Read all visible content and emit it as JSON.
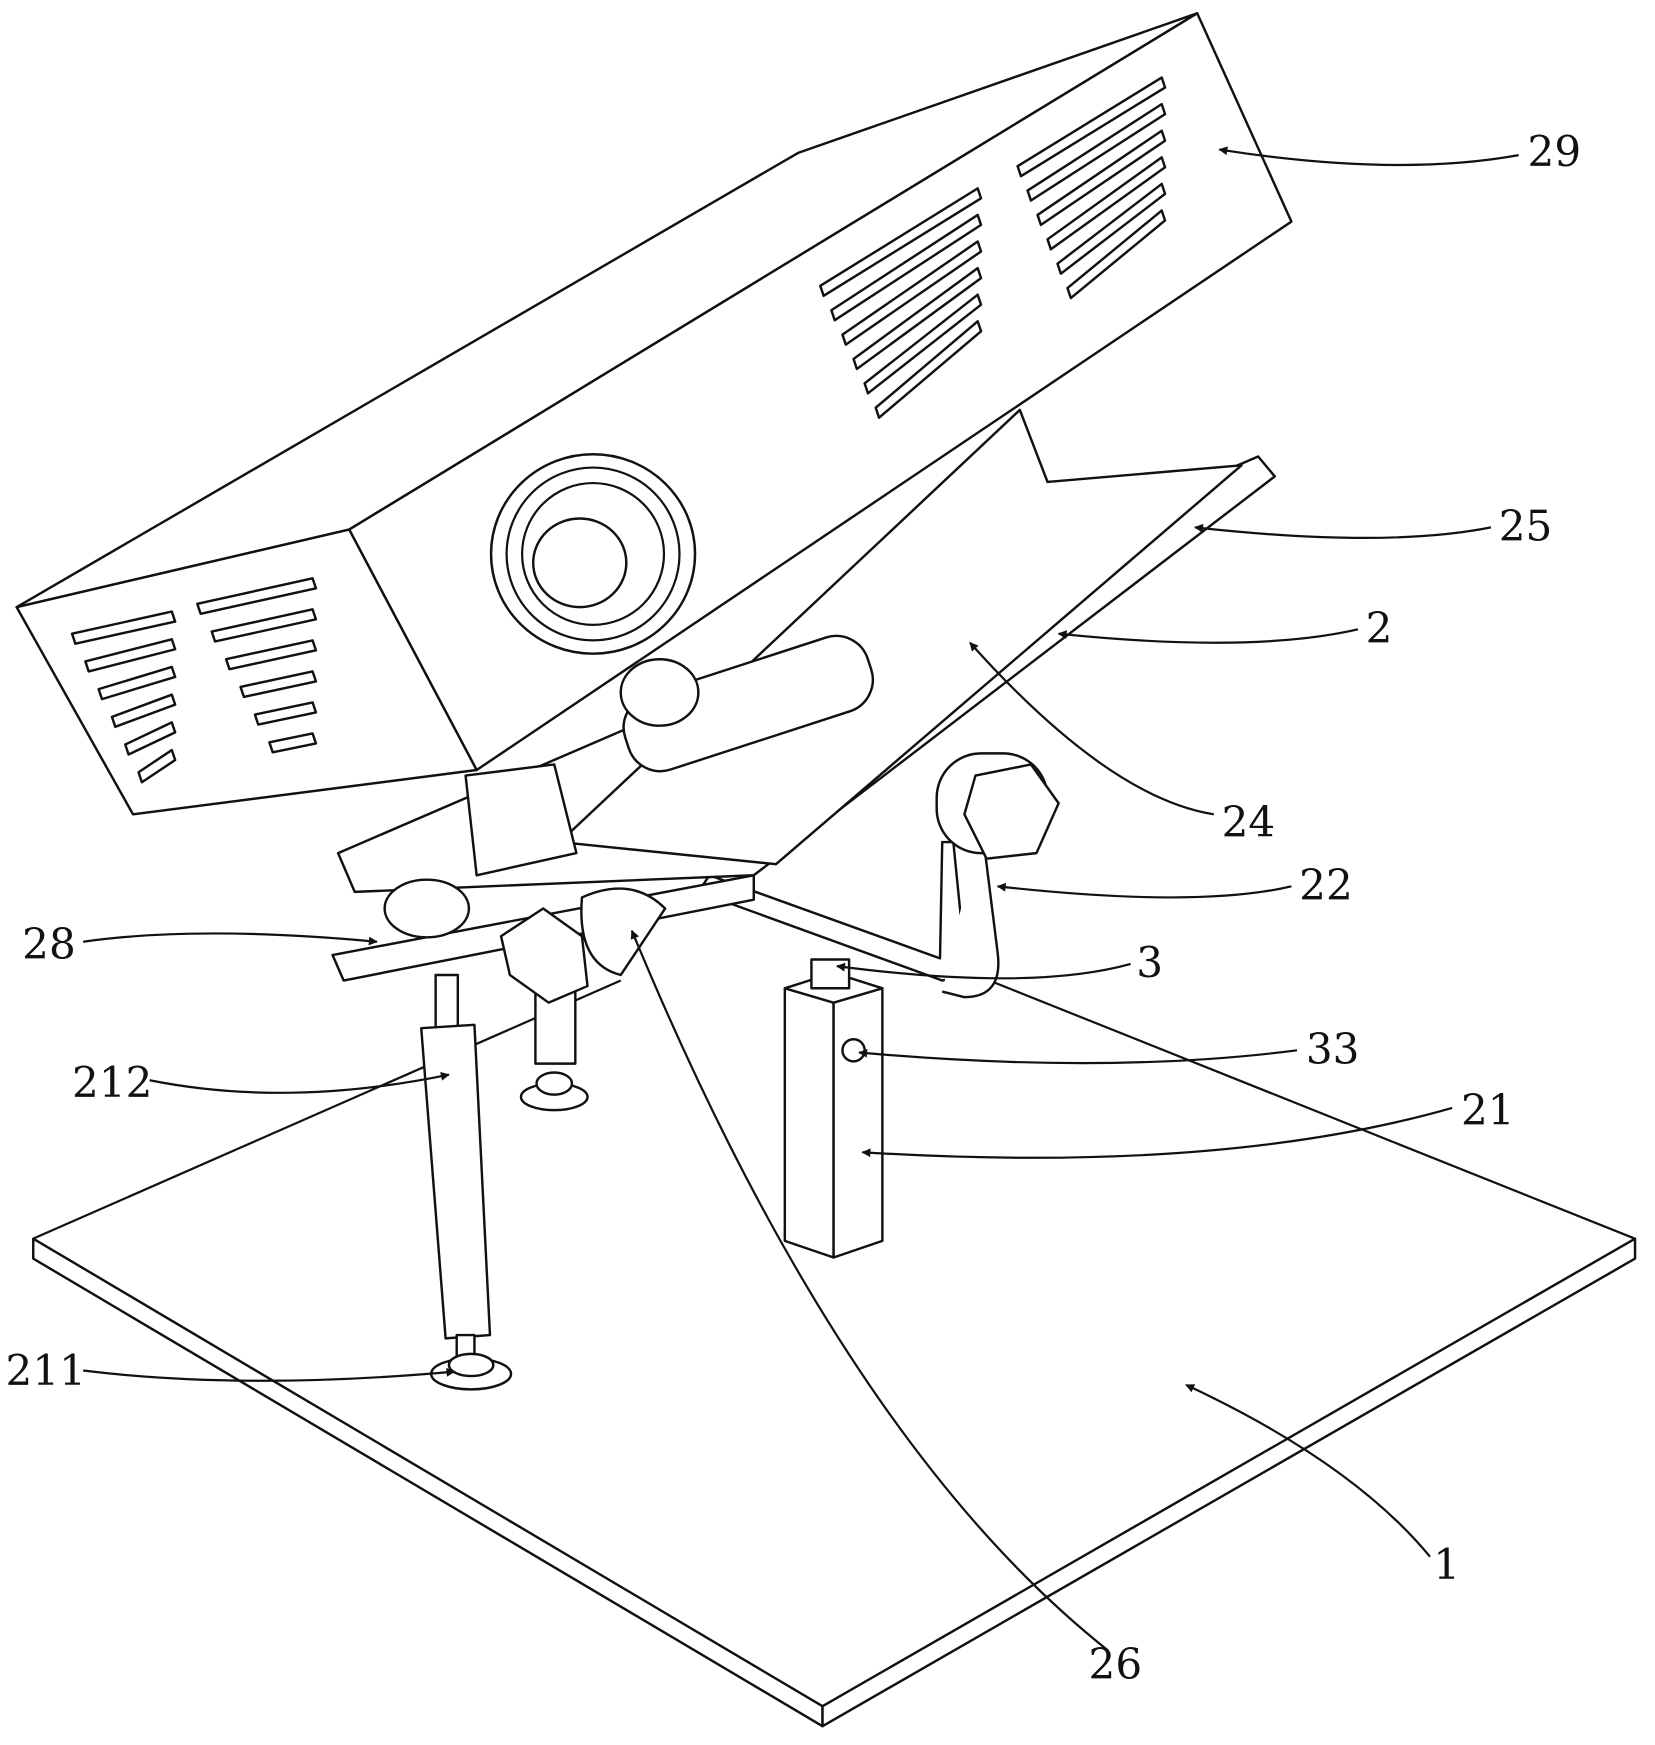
{
  "figure": {
    "labels": {
      "l29": "29",
      "l25": "25",
      "l2": "2",
      "l24": "24",
      "l22": "22",
      "l3": "3",
      "l33": "33",
      "l21": "21",
      "l1": "1",
      "l26": "26",
      "l28": "28",
      "l212": "212",
      "l211": "211"
    }
  }
}
